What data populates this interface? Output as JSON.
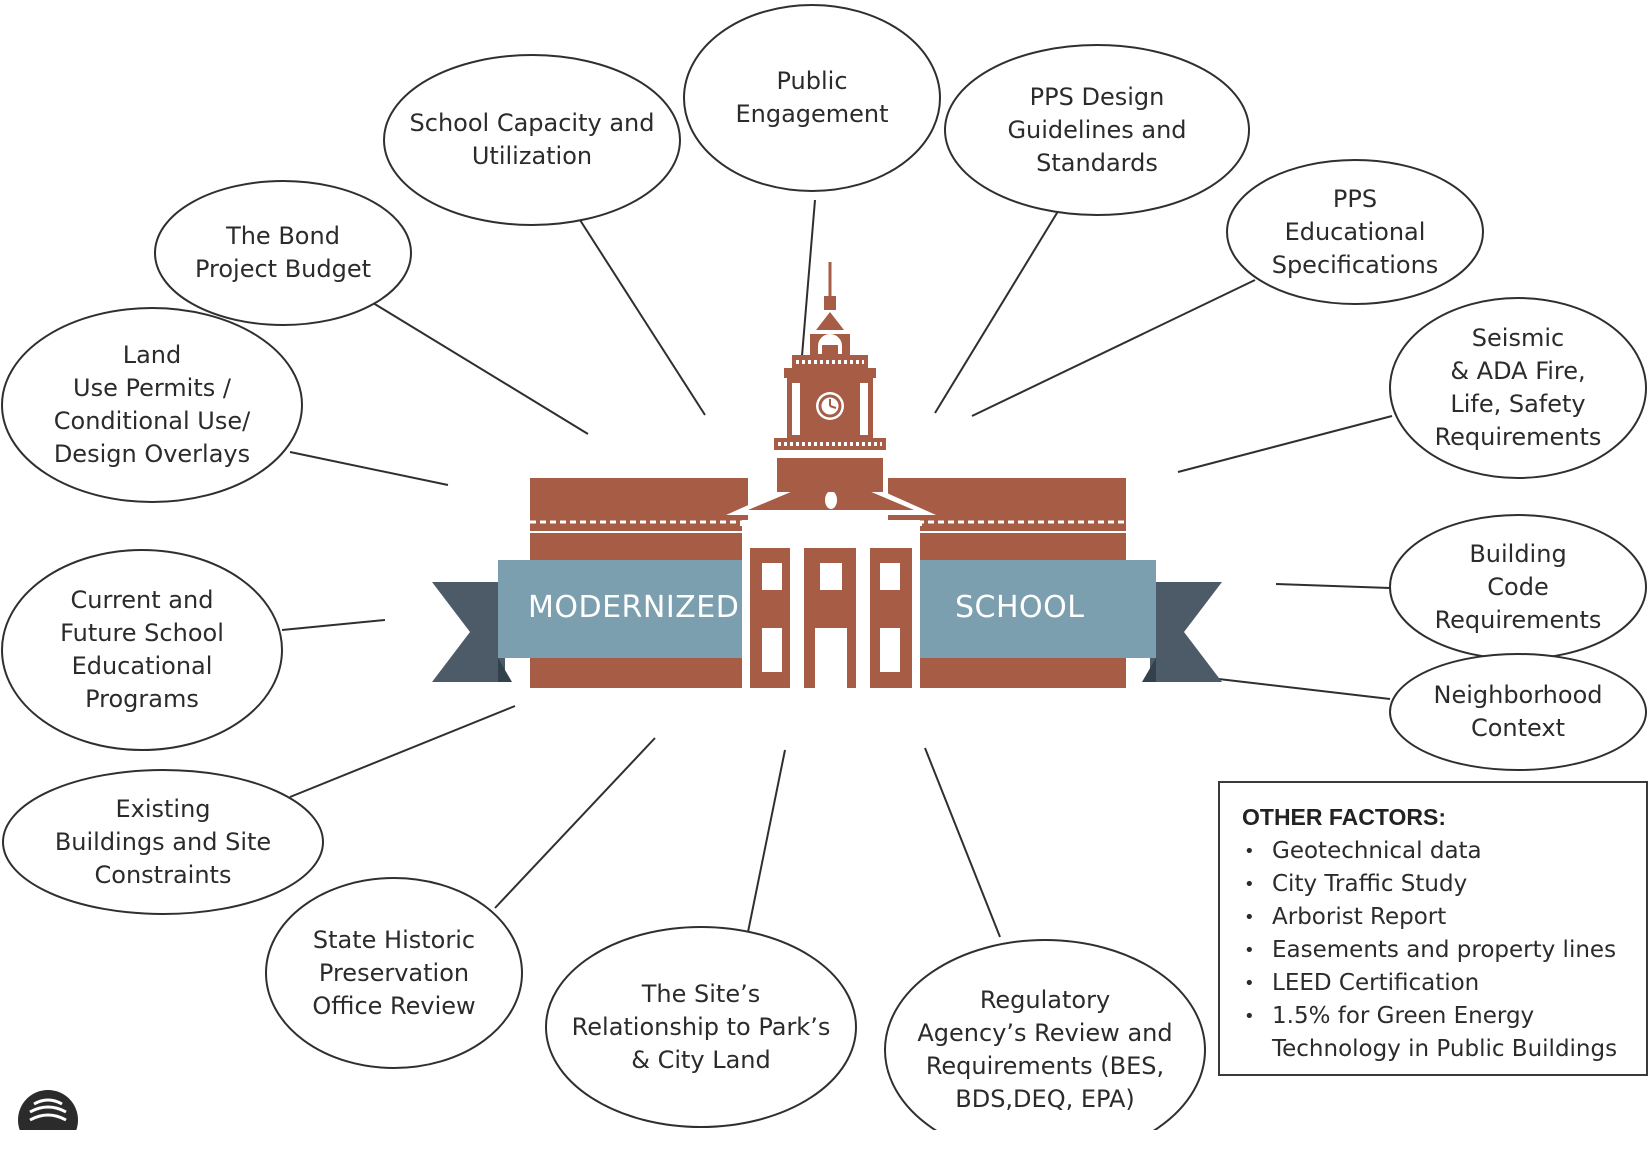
{
  "center": {
    "ribbon_left": "MODERNIZED",
    "ribbon_right": "SCHOOL"
  },
  "factors": [
    {
      "label": "Public\nEngagement"
    },
    {
      "label": "School Capacity and\nUtilization"
    },
    {
      "label": "PPS Design\nGuidelines and\nStandards"
    },
    {
      "label": "The Bond\nProject Budget"
    },
    {
      "label": "PPS\nEducational\nSpecifications"
    },
    {
      "label": "Land\nUse Permits /\nConditional Use/\nDesign Overlays"
    },
    {
      "label": "Seismic\n& ADA Fire,\nLife, Safety\nRequirements"
    },
    {
      "label": "Building\nCode\nRequirements"
    },
    {
      "label": "Current and\nFuture School\nEducational\nPrograms"
    },
    {
      "label": "Neighborhood\nContext"
    },
    {
      "label": "Existing\nBuildings and Site\nConstraints"
    },
    {
      "label": "State Historic\nPreservation\nOffice Review"
    },
    {
      "label": "The Site’s\nRelationship to Park’s\n& City Land"
    },
    {
      "label": "Regulatory\nAgency’s Review and\nRequirements (BES,\nBDS,DEQ, EPA)"
    }
  ],
  "other_factors": {
    "title": "OTHER FACTORS:",
    "items": [
      "Geotechnical data",
      "City Traffic Study",
      "Arborist Report",
      "Easements and property lines",
      "LEED Certification",
      "1.5% for Green Energy\nTechnology in Public Buildings"
    ]
  },
  "colors": {
    "brick": "#a65c45",
    "ribbon": "#7c9fb0",
    "ribbon_tail": "#4d5b68",
    "line": "#2f2f2f"
  }
}
